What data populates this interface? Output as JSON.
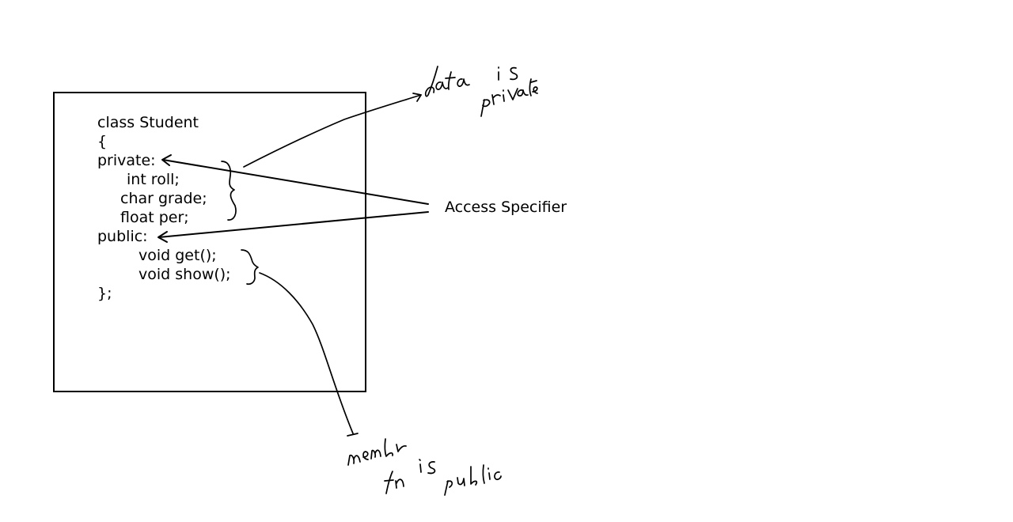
{
  "code": {
    "lines": [
      "class Student",
      "{",
      "private:",
      "int roll;",
      "char grade;",
      "float per;",
      "public:",
      "void get();",
      "void show();",
      "};"
    ]
  },
  "labels": {
    "access_specifier": "Access Specifier"
  },
  "handwritten_notes": {
    "private_note": "data is private",
    "public_note": "member fn is public"
  }
}
